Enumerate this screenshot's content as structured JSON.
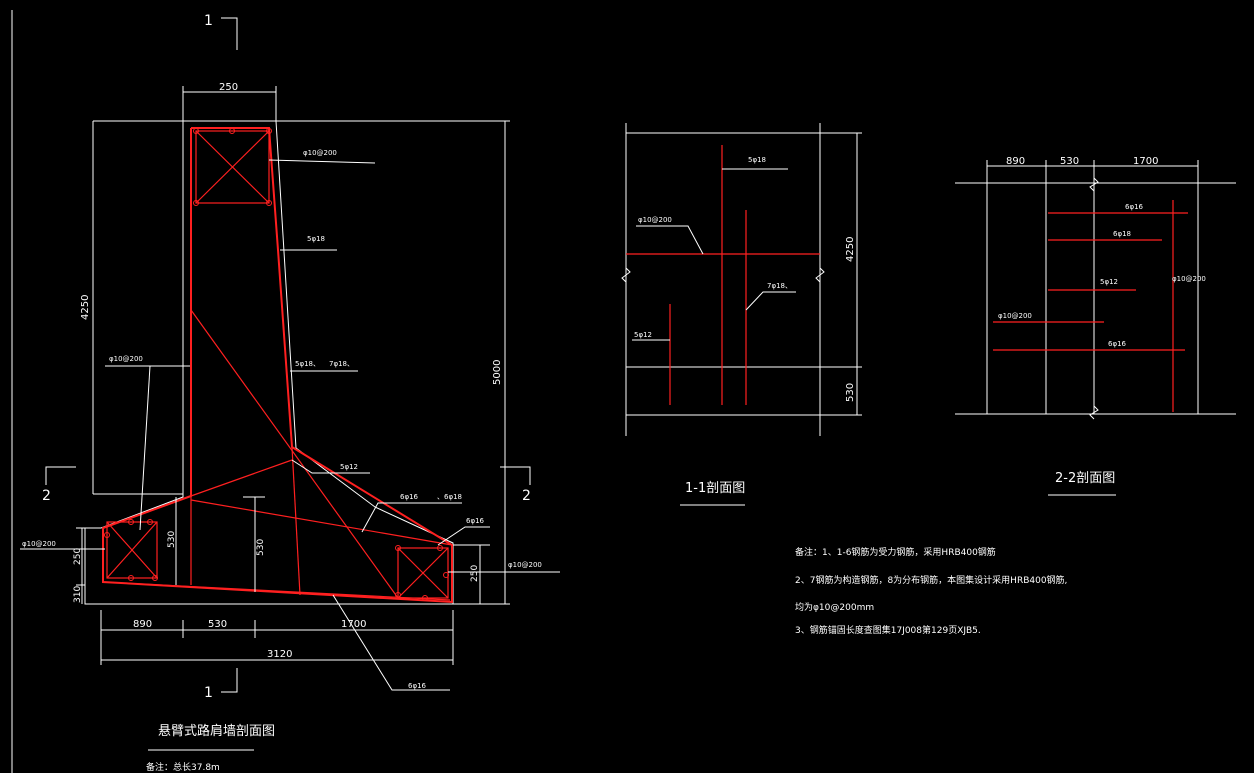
{
  "drawing": {
    "main_section": {
      "title": "悬臂式路肩墙剖面图",
      "note": "备注：总长37.8m",
      "section_marks": {
        "top": "1",
        "bottom": "1",
        "left": "2",
        "right": "2"
      },
      "dims": {
        "top_width": "250",
        "height_left": "4250",
        "height_right": "5000",
        "toe_height": "250",
        "heel_height": "250",
        "base_thickness": "310",
        "inner_530_a": "530",
        "inner_530_b": "530",
        "bottom_890": "890",
        "bottom_530": "530",
        "bottom_1700": "1700",
        "total": "3120"
      },
      "rebar_labels": {
        "top_stirrup": "φ10@200",
        "bar_5_18_upper": "5φ18",
        "bar_5_18_lower": "5φ18、",
        "bar_7_18": "7φ18、",
        "left_stirrup": "φ10@200",
        "bar_5_12": "5φ12",
        "bar_6_16": "6φ16",
        "bar_6_18": "、6φ18",
        "heel_6_16": "6φ16",
        "toe_stirrup": "φ10@200",
        "heel_stirrup": "φ10@200",
        "bottom_6_16": "6φ16"
      }
    },
    "section_1_1": {
      "title": "1-1剖面图",
      "dims": {
        "upper": "4250",
        "lower": "530"
      },
      "labels": {
        "bar_5_18": "5φ18",
        "stirrup": "φ10@200",
        "bar_7_18": "7φ18、",
        "bar_5_12": "5φ12"
      }
    },
    "section_2_2": {
      "title": "2-2剖面图",
      "dims": {
        "a": "890",
        "b": "530",
        "c": "1700"
      },
      "labels": {
        "r1": "6φ16",
        "r2": "6φ18",
        "r3": "5φ12",
        "stirrup_left": "φ10@200",
        "r4": "6φ16",
        "stirrup_right": "φ10@200"
      }
    },
    "notes": {
      "line1": "备注：1、1-6钢筋为受力钢筋，采用HRB400钢筋",
      "line2": "2、7钢筋为构造钢筋，8为分布钢筋，本图集设计采用HRB400钢筋,",
      "line3": "均为φ10@200mm",
      "line4": "3、钢筋锚固长度查图集17J008第129页XJB5."
    }
  }
}
